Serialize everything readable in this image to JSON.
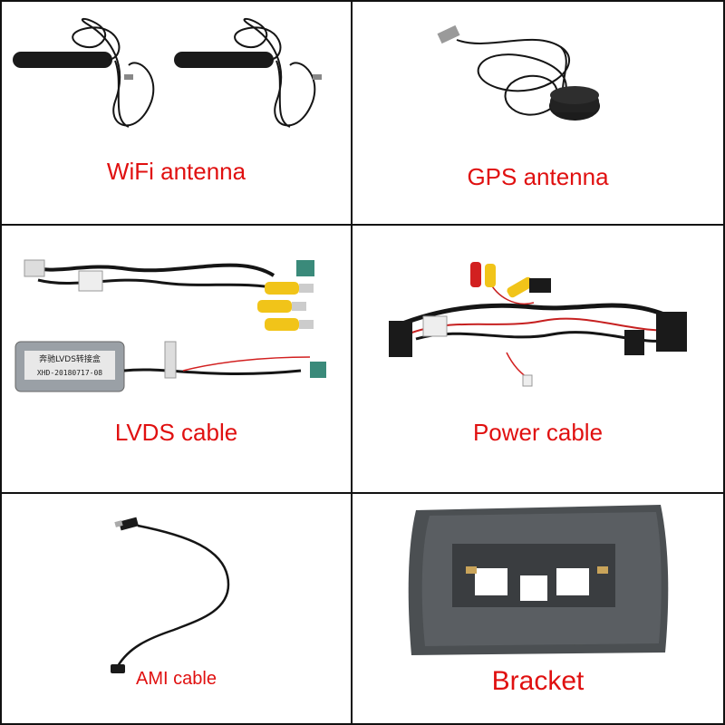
{
  "items": [
    {
      "label": "WiFi antenna"
    },
    {
      "label": "GPS antenna"
    },
    {
      "label": "LVDS cable"
    },
    {
      "label": "Power cable"
    },
    {
      "label": "AMI cable"
    },
    {
      "label": "Bracket"
    }
  ],
  "lvds_box": {
    "text_line1": "奔驰LVDS转接盒",
    "text_line2": "XHD-20180717-08"
  },
  "colors": {
    "label": "#e01010",
    "border": "#111111",
    "cable": "#151515",
    "connector_yellow": "#f1c419",
    "connector_green": "#3a8a7a",
    "connector_red": "#d22020"
  }
}
